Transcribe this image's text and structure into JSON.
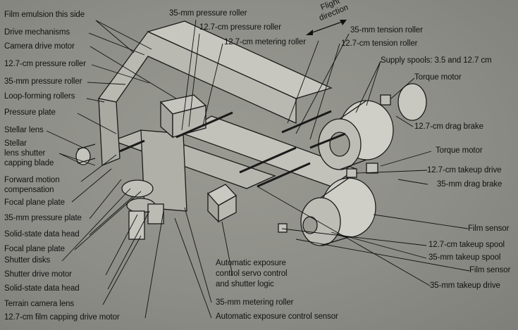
{
  "flight_direction": {
    "line1": "Flight",
    "line2": "direction"
  },
  "labels": [
    {
      "id": "film-emulsion",
      "text": "Film emulsion this side"
    },
    {
      "id": "drive-mechanisms",
      "text": "Drive mechanisms"
    },
    {
      "id": "camera-drive-motor",
      "text": "Camera drive motor"
    },
    {
      "id": "pressure-roller-127-left",
      "text": "12.7-cm pressure roller"
    },
    {
      "id": "pressure-roller-35-left",
      "text": "35-mm pressure roller"
    },
    {
      "id": "loop-forming-rollers",
      "text": "Loop-forming rollers"
    },
    {
      "id": "pressure-plate",
      "text": "Pressure plate"
    },
    {
      "id": "stellar-lens",
      "text": "Stellar lens"
    },
    {
      "id": "stellar-lens-shutter-1",
      "text": "Stellar"
    },
    {
      "id": "stellar-lens-shutter-2",
      "text": "lens shutter"
    },
    {
      "id": "stellar-lens-shutter-3",
      "text": "capping blade"
    },
    {
      "id": "fmc-1",
      "text": "Forward motion"
    },
    {
      "id": "fmc-2",
      "text": "compensation"
    },
    {
      "id": "focal-plane-plate-1",
      "text": "Focal plane plate"
    },
    {
      "id": "pressure-plate-35",
      "text": "35-mm pressure plate"
    },
    {
      "id": "solid-state-data-head-1",
      "text": "Solid-state data head"
    },
    {
      "id": "focal-plane-plate-2",
      "text": "Focal plane plate"
    },
    {
      "id": "shutter-disks",
      "text": "Shutter disks"
    },
    {
      "id": "shutter-drive-motor",
      "text": "Shutter drive motor"
    },
    {
      "id": "solid-state-data-head-2",
      "text": "Solid-state data head"
    },
    {
      "id": "terrain-camera-lens",
      "text": "Terrain camera lens"
    },
    {
      "id": "film-capping-drive-motor",
      "text": "12.7-cm film capping drive motor"
    },
    {
      "id": "pressure-roller-35-top",
      "text": "35-mm pressure roller"
    },
    {
      "id": "pressure-roller-127-top",
      "text": "12.7-cm pressure roller"
    },
    {
      "id": "metering-roller-127",
      "text": "12.7-cm metering roller"
    },
    {
      "id": "tension-roller-35",
      "text": "35-mm tension  roller"
    },
    {
      "id": "tension-roller-127",
      "text": "12.7-cm tension  roller"
    },
    {
      "id": "supply-spools",
      "text": "Supply spools:  3.5 and 12.7 cm"
    },
    {
      "id": "torque-motor-1",
      "text": "Torque motor"
    },
    {
      "id": "drag-brake-127",
      "text": "12.7-cm drag brake"
    },
    {
      "id": "torque-motor-2",
      "text": "Torque motor"
    },
    {
      "id": "takeup-drive-127",
      "text": "12.7-cm takeup drive"
    },
    {
      "id": "drag-brake-35",
      "text": "35-mm drag brake"
    },
    {
      "id": "film-sensor-1",
      "text": "Film sensor"
    },
    {
      "id": "takeup-spool-127",
      "text": "12.7-cm takeup spool"
    },
    {
      "id": "takeup-spool-35",
      "text": "35-mm takeup spool"
    },
    {
      "id": "film-sensor-2",
      "text": "Film sensor"
    },
    {
      "id": "takeup-drive-35",
      "text": "35-mm takeup drive"
    },
    {
      "id": "aec-servo-1",
      "text": "Automatic exposure"
    },
    {
      "id": "aec-servo-2",
      "text": "control servo control"
    },
    {
      "id": "aec-servo-3",
      "text": "and shutter logic"
    },
    {
      "id": "metering-roller-35",
      "text": "35-mm metering  roller"
    },
    {
      "id": "aec-sensor",
      "text": "Automatic exposure control  sensor"
    }
  ]
}
